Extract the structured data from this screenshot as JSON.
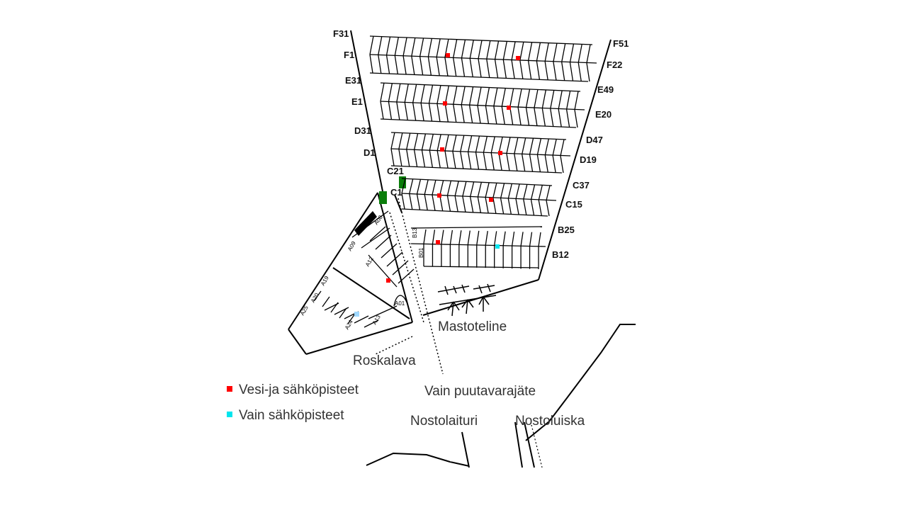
{
  "colors": {
    "water_electric": "#ff0000",
    "electric_only": "#00e5ee",
    "electric_only_light": "#9fd8ff",
    "service": "#0a7d0a",
    "line": "#000000",
    "text": "#333333"
  },
  "pier_labels": {
    "F31": "F31",
    "F1": "F1",
    "E31": "E31",
    "E1": "E1",
    "D31": "D31",
    "D1": "D1",
    "C21": "C21",
    "C1": "C1",
    "F51": "F51",
    "F22": "F22",
    "E49": "E49",
    "E20": "E20",
    "D47": "D47",
    "D19": "D19",
    "C37": "C37",
    "C15": "C15",
    "B25": "B25",
    "B12": "B12"
  },
  "small_labels": {
    "A08": "A08",
    "A09": "A09",
    "A12": "A12",
    "A19": "A19",
    "A20": "A20",
    "A25": "A25",
    "A24": "A24",
    "A13": "A13",
    "A01": "A01",
    "B13": "B13",
    "B01": "B01"
  },
  "places": {
    "mastoteline": "Mastoteline",
    "roskalava": "Roskalava",
    "vain_puutavarajate": "Vain puutavarajäte",
    "nostolaituri": "Nostolaituri",
    "nostoluiska": "Nostoluiska"
  },
  "legend": [
    {
      "label": "Vesi-ja sähköpisteet",
      "color": "#ff0000"
    },
    {
      "label": "Vain sähköpisteet",
      "color": "#00e5ee"
    }
  ]
}
